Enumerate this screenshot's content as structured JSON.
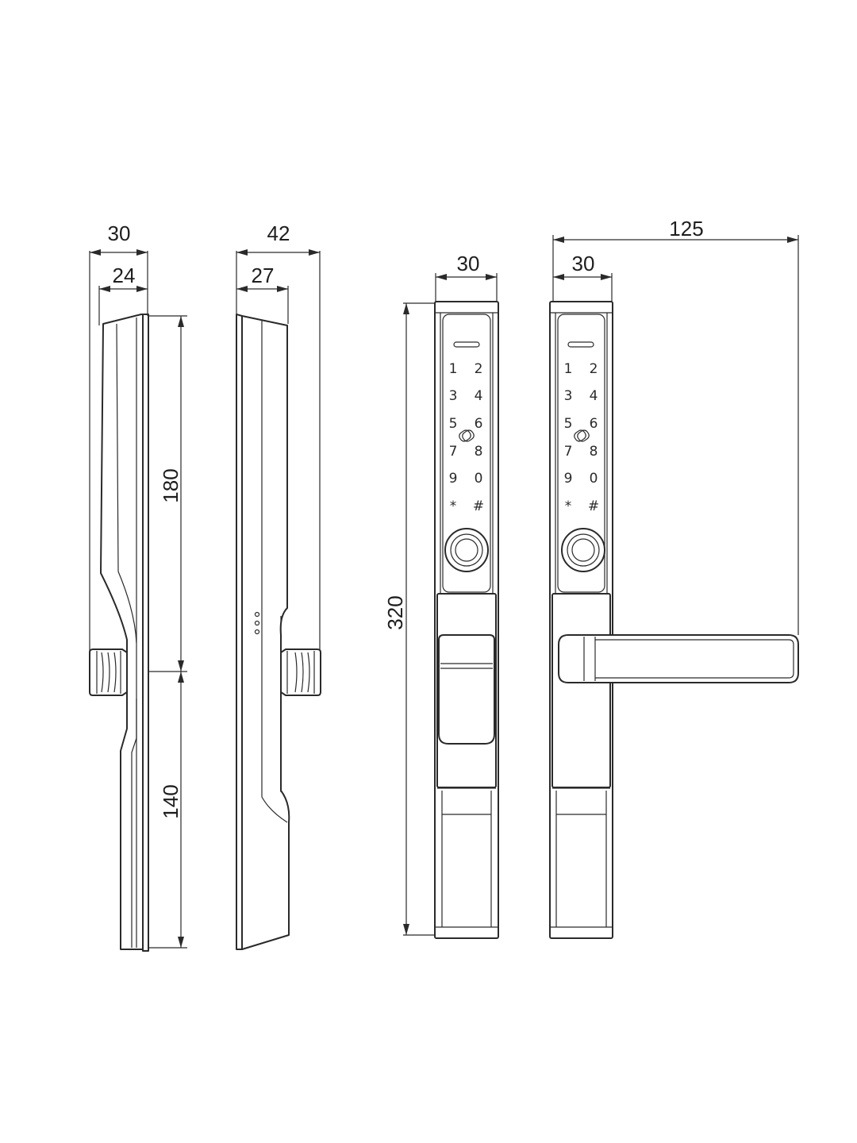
{
  "dimensions": {
    "side_outer_width": "30",
    "side_inner_width": "24",
    "side_upper_height": "180",
    "side_lower_height": "140",
    "profile_outer_width": "42",
    "profile_inner_width": "27",
    "front_width": "30",
    "front_total_height": "320",
    "handle_view_width": "30",
    "handle_reach": "125"
  },
  "keypad": {
    "keys": [
      "1",
      "2",
      "3",
      "4",
      "5",
      "6",
      "7",
      "8",
      "9",
      "0",
      "*",
      "#"
    ]
  },
  "colors": {
    "line": "#2a2a2a",
    "background": "#ffffff"
  }
}
